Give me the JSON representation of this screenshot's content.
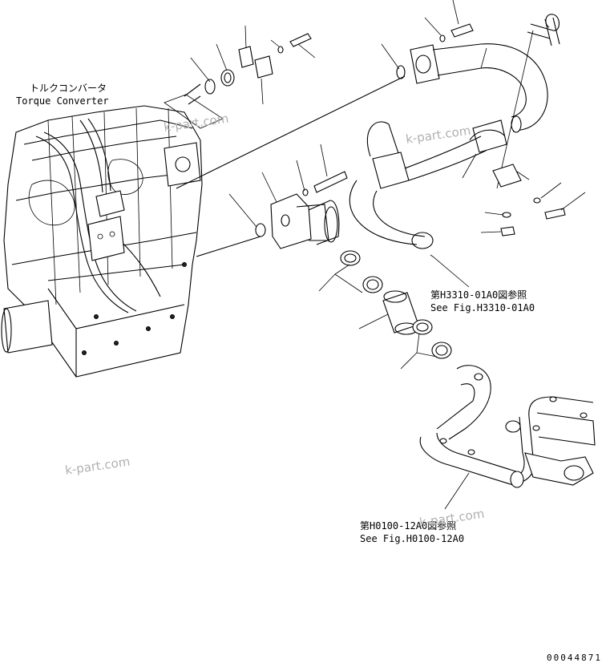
{
  "labels": {
    "torque_converter_jp": "トルクコンバータ",
    "torque_converter_en": "Torque Converter",
    "ref1_jp": "第H3310-01A0図参照",
    "ref1_en": "See Fig.H3310-01A0",
    "ref2_jp": "第H0100-12A0図参照",
    "ref2_en": "See Fig.H0100-12A0"
  },
  "watermark": "k-part.com",
  "drawing_code": "00044871",
  "colors": {
    "line": "#000000",
    "background": "#ffffff",
    "watermark": "#b0b0b0"
  }
}
